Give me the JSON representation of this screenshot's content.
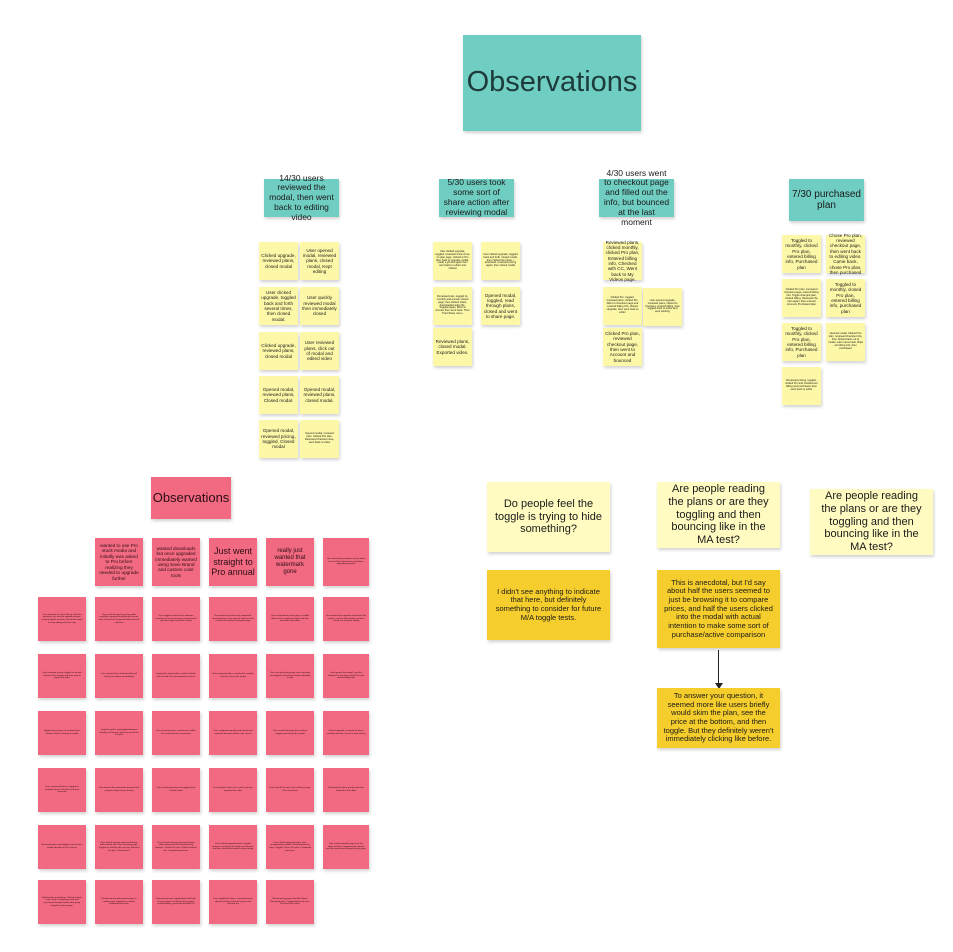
{
  "main_title": "Observations",
  "clusters": [
    {
      "title": "14/30 users reviewed the modal, then went back to editing video"
    },
    {
      "title": "5/30 users took some sort of share action after reviewing modal"
    },
    {
      "title": "4/30 users went to checkout page and filled out the info, but bounced at the last moment"
    },
    {
      "title": "7/30 purchased plan"
    }
  ],
  "cluster1_notes": [
    "Clicked upgrade, reviewed plans, closed modal",
    "User opened modal, reviewed plans, closed modal, Kept editing",
    "User clicked upgrade, toggled back and forth several times, then closed modal.",
    "User quickly reviewed modal then immediately closed",
    "Clicked upgrade, reviewed plans, closed modal",
    "User reviewed plans, click out of modal and edited video",
    "Opened modal, reviewed plans, Closed modal.",
    "Opened modal, reviewed plans, closed modal.",
    "Opened modal, reviewed pricing, toggled, Closed modal",
    "Opened modal, reviewed plan. Clicked Pro plan. Reviewed checkout view, went back to video"
  ],
  "cluster2_notes": [
    "User clicked upgrade, toggled, reviewed a few times on plan page, clicked to Pro then back to upgrade modal, made a gif and again then went back to editor and shared",
    "User clicked upgrade, toggled back and forth, closed modal, then clicked the share > download, reviewed pricing again, then closed modal",
    "Reviewed plan, toggled by monthly and annual, closed page, then clicked share, downloaded video file, Toggled again, Went to Annual, then went back. Then Tried Share menu.",
    "Opened modal, toggled, read through plans, closed and went to share page.",
    "Reviewed plans, closed modal. Exported video."
  ],
  "cluster3_notes": [
    "Reviewed plans, clicked monthly, clicked Pro plan, Entered billing info, Checked with CC, Went back to My Videos page.",
    "Clicked Pro, toggled, reviewed plans, clicked Pro. Went to checkout page and entered billing info, clicked Upgrade, then went back to editor",
    "User opened upgrade, reviewed plans, clicked to checkout, entered billing, then toggled back to editor and kept working",
    "Clicked Pro plan, reviewed checkout page, then went to Account and bounced"
  ],
  "cluster4_notes": [
    "Toggled to monthly, clicked Pro plan, entered billing info, Purchased plan",
    "Chose Pro plan, reviewed checkout page, then went back to editing video. Came back, chose Pro plan, then purchased",
    "Clicked Pro plan, compared checkout page, entered billing info, Toggle changed plan, clicked billing, Reviewed the plan again, then entered Account, Purchased plan",
    "Toggled to monthly, closed Pro plan, entered billing info, purchased plan",
    "Toggled to monthly, clicked Pro plan, entered billing info, Purchased plan",
    "Opened modal, Clicked Pro plan, reviewed checkout info, then clicked back out of modal, Later came back, filled out billing info, then purchased",
    "Reviewed pricing, toggled, clicked Pro and checked out billing and purchased, then went back to editor"
  ],
  "pink_title": "Observations",
  "pink_header_notes": [
    "wanted to use Pro stock media and initially was asked to Pro before realizing they needed to upgrade further",
    "wanted downloads but once upgraded immediately wanted using Save Brand and custom color tools",
    "Just went straight to Pro annual",
    "really just wanted that watermark gone",
    "User noted they wanted to try the editor first and then decided to wait before upgrading any plan"
  ],
  "pink_grid": [
    "User browsed the stock library, clicked a premium clip, saw the upgrade prompt, reviewed plans and then closed the modal to keep editing with free clips",
    "User read through the pricing table carefully, compared monthly and annual, then clicked the Pro plan but did not finish checkout",
    "User toggled several times between monthly and annual pricing, reviewed each plan description and then closed",
    "User wanted to remove the watermark, reviewed plans, then opened checkout and entered info before leaving the page",
    "User reviewed the plans page, scrolled down to the comparison table and then returned to the editor",
    "User opened the upgrade modal from the top bar, read the plan details and then closed it to continue editing",
    "User reviewed pricing, toggled to annual, looked at the savings and then went to export the video",
    "User skimmed the modal quickly and clicked out almost immediately",
    "Toggled the annual plan, read the details, then clicked Pro and reviewed checkout",
    "User compared plans, switched to monthly, and then closed the modal",
    "User said the pricing page was confusing and toggled several times before deciding to wait",
    "User opened the modal, read the features list and then clicked Pro and entered billing info",
    "Toggled the pricing and reviewed plan features before closing the modal",
    "Looked at plans and toggled between monthly and annual, then purchased the Pro plan",
    "User reviewed plans, went back to editor, then returned later to purchase",
    "User compared monthly and annual and expected discount details to be clearer",
    "User scrolled through plans without toggling and closed the modal",
    "Clicked upgrade, reviewed the plans carefully and then closed to keep editing",
    "User reviewed features, toggled to monthly, went to checkout and then bounced",
    "User wanted the watermark removed and jumped straight to purchasing",
    "User reviewed pricing and toggled, then closed modal",
    "User looked at plans for a while and then exported the video",
    "User clicked Pro plan, read checkout page, then closed tab",
    "Reviewed the plans quickly and then returned to the editor",
    "Reviewed plans and toggled several times before deciding on Pro annual",
    "User clicked remove watermark button within design tab. Went to pricing page. Toggled to monthly after arriving. Selected Pro plan. Checked out.",
    "User clicked remove watermark button within design tab. Reviewed pricing features. Clicked Pro plan. Filled out billing info. Completed purchase.",
    "User clicked upgrade button, toggled between monthly and annual several times and then closed the modal to keep editing",
    "User clicked upgrade button, then reviewed plans details. Reviewed pricing page. Toggled. Chose Pro plan. Completed purchase.",
    "User visited upgrade page from the editor and then compared plan details and then purchased through pricing page",
    "Edited video on desktop. Clicked custom colors tools. Comparison task and purchased through mobile after going straight to pricing page.",
    "Clicked remove watermark button on render page. Toggled to monthly. Completed purchase.",
    "Reviewed pricing, toggled back and forth on plans page, reviewed pricing again, entered billing, purchased monthly Pro",
    "User toggled the plans, reviewed pricing details and then clicked Pro plan and checked out",
    "Clicked pricing page from My Videos. Reviewed plans. Toggled back and forth. Purchased Pro plan."
  ],
  "questions": [
    {
      "q": "Do people feel  the toggle is trying to hide something?",
      "a": "I didn't see anything to indicate that here, but definitely something to consider for future M/A toggle tests."
    },
    {
      "q": "Are people reading the plans or are they toggling and then bouncing like in the MA test?",
      "a": "This is anecdotal, but I'd say about half the users seemed to just be browsing it to compare prices, and half the users clicked into the modal with actual intention to make some sort of purchase/active comparison",
      "a2": "To answer your question, it seemed more like users briefly would skim the plan, see the price at the bottom, and then toggle. But they definitely weren't immediately clicking like before."
    },
    {
      "q": "Are people reading the plans or are they toggling and then bouncing like in the MA test?"
    }
  ],
  "colors": {
    "teal": "#6fcdc1",
    "yellow": "#fdf8a8",
    "pink": "#f26a82",
    "gold": "#f5cd2c",
    "pale_yellow": "#fffbc1"
  }
}
